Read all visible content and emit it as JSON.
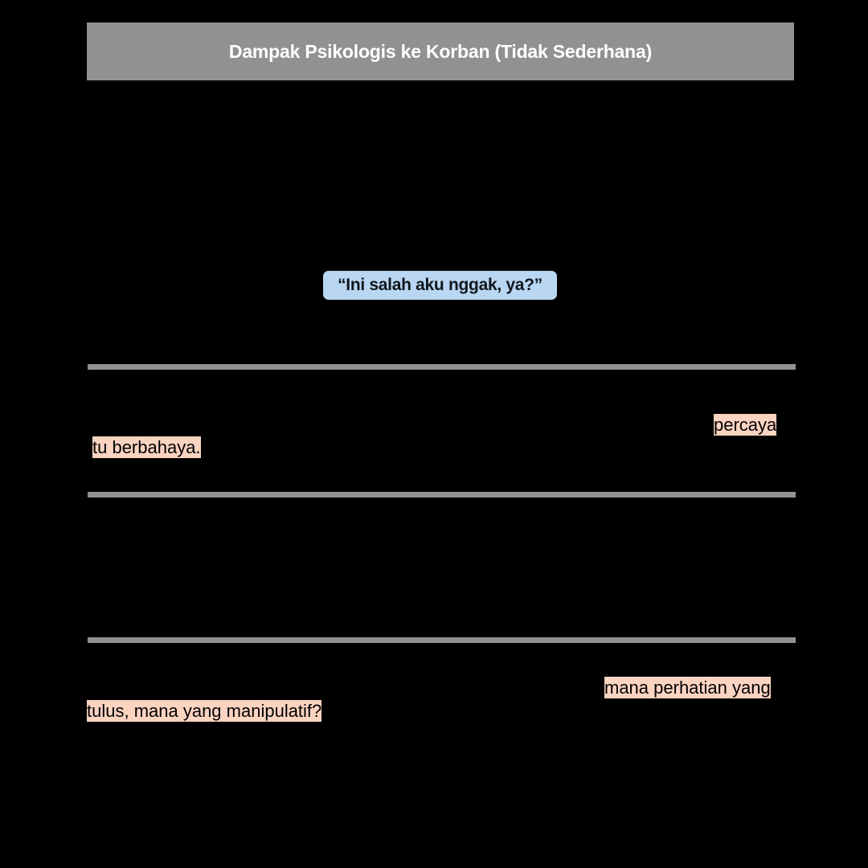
{
  "slide": {
    "background_color": "#000000",
    "title_bar": {
      "title": "Dampak Psikologis ke Korban (Tidak Sederhana)",
      "background_color": "#919191",
      "text_color": "#ffffff"
    },
    "quote": {
      "text": "“Ini salah aku nggak, ya?”",
      "highlight_color": "#b9d6f2",
      "text_color": "#11161c"
    },
    "dividers": [
      {
        "name": "divider-1"
      },
      {
        "name": "divider-2"
      },
      {
        "name": "divider-3"
      }
    ],
    "divider_color": "#919191",
    "highlight_peach": "#fbd3c1",
    "body_blocks": [
      {
        "id": "block-1",
        "visible_text": "",
        "note": "text rendered black on black background — not legible"
      },
      {
        "id": "block-2",
        "highlights": [
          "percaya",
          "tu berbahaya."
        ]
      },
      {
        "id": "block-3",
        "visible_text": "",
        "note": "text rendered black on black background — not legible"
      },
      {
        "id": "block-4",
        "highlights": [
          "mana perhatian yang",
          "tulus, mana yang manipulatif?"
        ]
      }
    ]
  },
  "text": {
    "block2_line1_pre": "",
    "block2_mark1": "percaya",
    "block2_line2_mark": "tu  berbahaya.",
    "block4_mark1": "mana  perhatian  yang",
    "block4_mark2": "tulus, mana yang manipulatif?"
  }
}
